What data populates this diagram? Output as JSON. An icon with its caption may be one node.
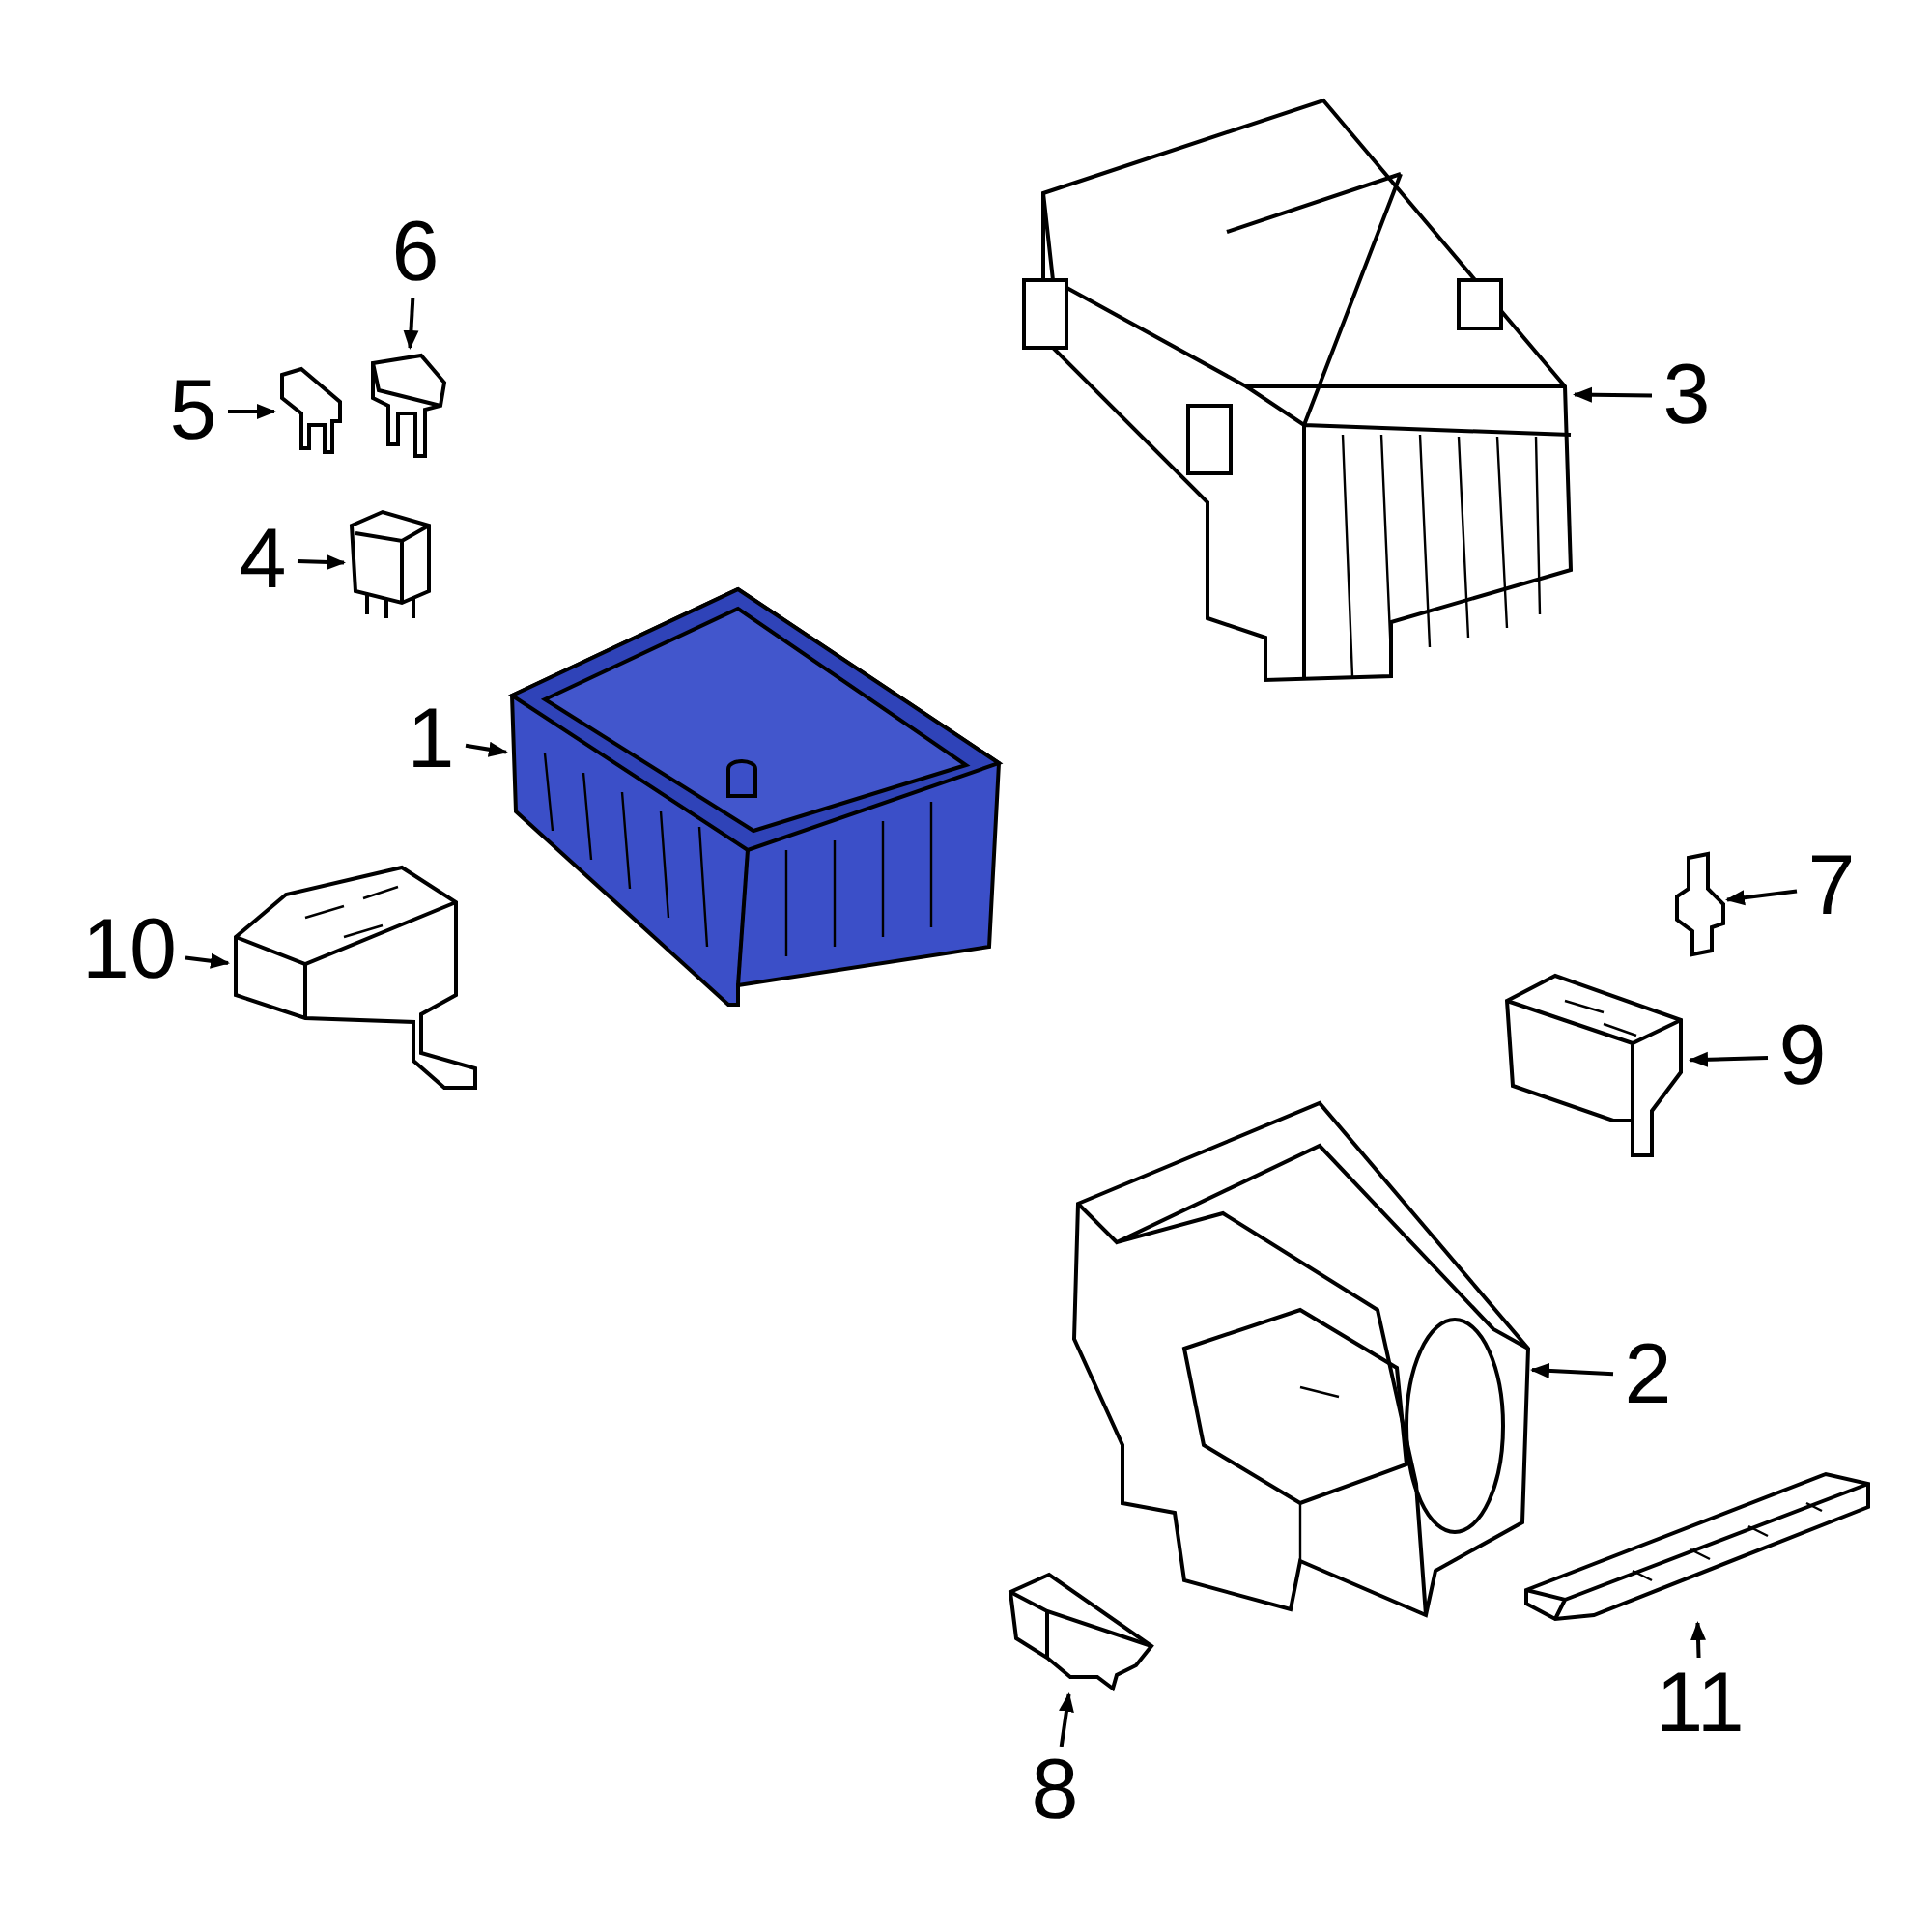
{
  "diagram": {
    "nodes": [
      {
        "text": [
          "6"
        ]
      },
      {
        "text": [],
        "shape": "picture"
      },
      {
        "text": [
          "5"
        ]
      },
      {
        "text": [],
        "shape": "picture"
      },
      {
        "text": [
          "4"
        ]
      },
      {
        "text": [],
        "shape": "picture"
      },
      {
        "text": [],
        "shape": "picture"
      },
      {
        "text": [
          "3"
        ]
      },
      {
        "text": [
          "1"
        ]
      },
      {
        "text": [],
        "shape": "picture"
      },
      {
        "text": [
          "7"
        ]
      },
      {
        "text": [],
        "shape": "picture"
      },
      {
        "text": [
          "10"
        ]
      },
      {
        "text": [],
        "shape": "picture"
      },
      {
        "text": [
          "9"
        ]
      },
      {
        "text": [],
        "shape": "picture"
      },
      {
        "text": [],
        "shape": "picture"
      },
      {
        "text": [
          "2"
        ]
      },
      {
        "text": [],
        "shape": "picture"
      },
      {
        "text": [],
        "shape": "picture"
      },
      {
        "text": [
          "11"
        ]
      },
      {
        "text": [
          "8"
        ]
      }
    ],
    "edges": [
      {
        "from": 0,
        "to": 1,
        "arrow": "to"
      },
      {
        "from": 2,
        "to": 3,
        "arrow": "to"
      },
      {
        "from": 4,
        "to": 5,
        "arrow": "to"
      },
      {
        "from": 7,
        "to": 6,
        "arrow": "to"
      },
      {
        "from": 8,
        "to": 9,
        "arrow": "to"
      },
      {
        "from": 10,
        "to": 11,
        "arrow": "to"
      },
      {
        "from": 12,
        "to": 13,
        "arrow": "to"
      },
      {
        "from": 14,
        "to": 15,
        "arrow": "to"
      },
      {
        "from": 17,
        "to": 16,
        "arrow": "to"
      },
      {
        "from": 21,
        "to": 18,
        "arrow": "to"
      },
      {
        "from": 20,
        "to": 19,
        "arrow": "to"
      }
    ]
  }
}
